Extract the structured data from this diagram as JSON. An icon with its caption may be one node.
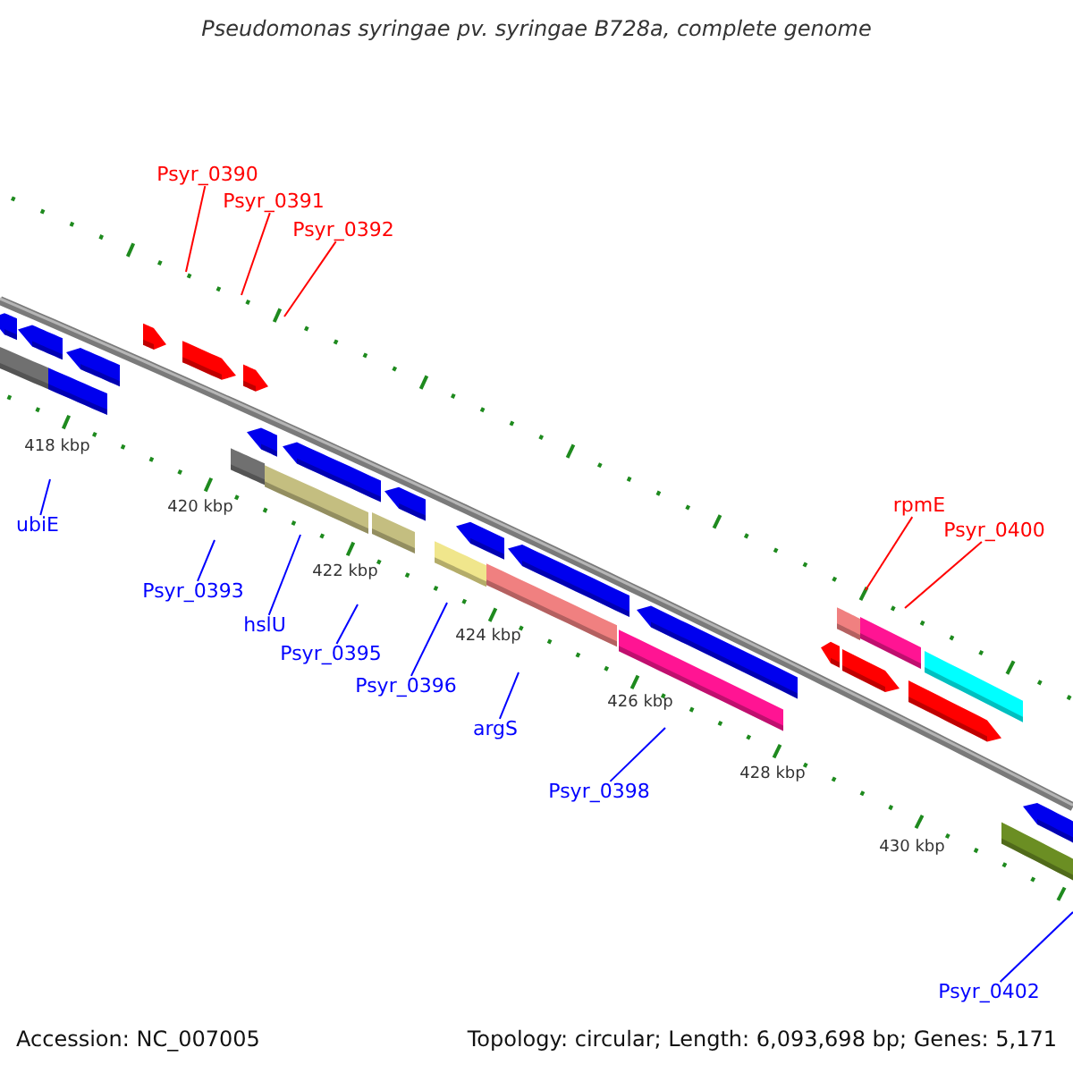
{
  "diagram": {
    "title": "Pseudomonas syringae pv. syringae B728a, complete genome",
    "nodes": [
      {
        "text": [
          "Psyr_0390"
        ]
      },
      {
        "text": [
          "Psyr_0391"
        ]
      },
      {
        "text": [
          "Psyr_0392"
        ]
      },
      {
        "text": [
          "rpmE"
        ]
      },
      {
        "text": [
          "Psyr_0400"
        ]
      },
      {
        "text": [
          "ubiE"
        ]
      },
      {
        "text": [
          "Psyr_0393"
        ]
      },
      {
        "text": [
          "hslU"
        ]
      },
      {
        "text": [
          "Psyr_0395"
        ]
      },
      {
        "text": [
          "Psyr_0396"
        ]
      },
      {
        "text": [
          "argS"
        ]
      },
      {
        "text": [
          "Psyr_0398"
        ]
      },
      {
        "text": [
          "Psyr_0402"
        ]
      }
    ],
    "edges": [
      {
        "from": 0,
        "to": null,
        "arrow": "none",
        "color": "#ff0000"
      },
      {
        "from": 1,
        "to": null,
        "arrow": "none",
        "color": "#ff0000"
      },
      {
        "from": 2,
        "to": null,
        "arrow": "none",
        "color": "#ff0000"
      },
      {
        "from": 3,
        "to": null,
        "arrow": "none",
        "color": "#ff0000"
      },
      {
        "from": 4,
        "to": null,
        "arrow": "none",
        "color": "#ff0000"
      },
      {
        "from": 5,
        "to": null,
        "arrow": "none"
      },
      {
        "from": 6,
        "to": null,
        "arrow": "none"
      },
      {
        "from": 7,
        "to": null,
        "arrow": "none"
      },
      {
        "from": 8,
        "to": null,
        "arrow": "none"
      },
      {
        "from": 9,
        "to": null,
        "arrow": "none"
      },
      {
        "from": 10,
        "to": null,
        "arrow": "none"
      },
      {
        "from": 11,
        "to": null,
        "arrow": "none"
      },
      {
        "from": 12,
        "to": null,
        "arrow": "none"
      }
    ],
    "labels": [
      "418 kbp",
      "420 kbp",
      "422 kbp",
      "424 kbp",
      "426 kbp",
      "428 kbp",
      "430 kbp",
      "Accession: NC_007005",
      "Topology: circular; Length: 6,093,698 bp; Genes: 5,171"
    ]
  }
}
